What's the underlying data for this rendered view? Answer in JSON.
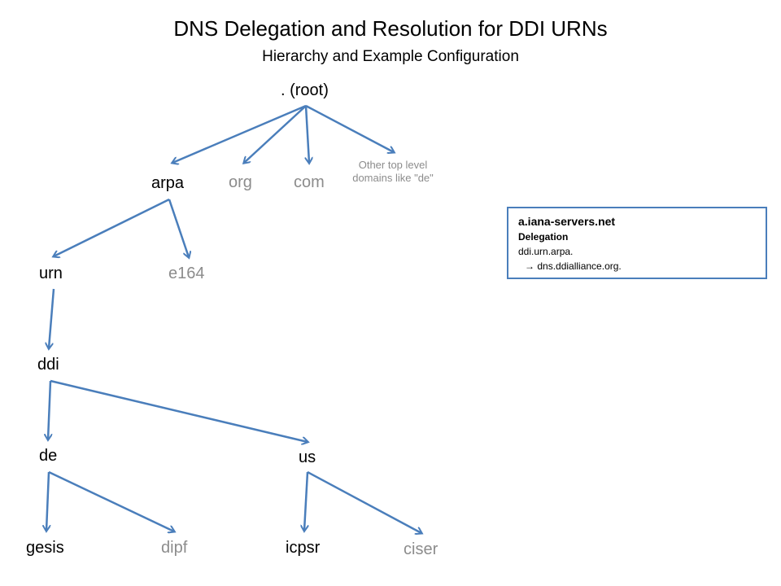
{
  "title": "DNS Delegation and Resolution for DDI URNs",
  "subtitle": "Hierarchy and Example Configuration",
  "nodes": {
    "root": ". (root)",
    "arpa": "arpa",
    "org": "org",
    "com": "com",
    "other_tld": "Other top level domains like \"de\"",
    "urn": "urn",
    "e164": "e164",
    "ddi": "ddi",
    "de": "de",
    "us": "us",
    "gesis": "gesis",
    "dipf": "dipf",
    "icpsr": "icpsr",
    "ciser": "ciser"
  },
  "info_box": {
    "server": "a.iana-servers.net",
    "label": "Delegation",
    "source": "ddi.urn.arpa.",
    "arrow": "→",
    "target": "dns.ddialliance.org."
  },
  "colors": {
    "arrow": "#4a7ebb",
    "primary_text": "#000000",
    "secondary_text": "#8c8c8c"
  }
}
